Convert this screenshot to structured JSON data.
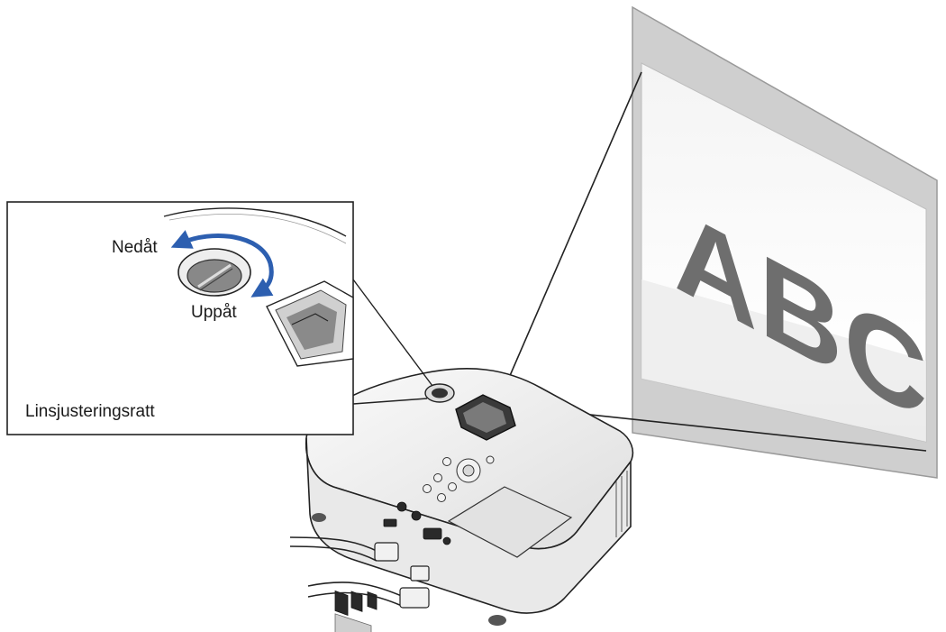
{
  "labels": {
    "down": "Nedåt",
    "up": "Uppåt",
    "knob_name": "Linsjusteringsratt"
  },
  "screen": {
    "text": "ABC"
  },
  "colors": {
    "arrow": "#2d5fb0",
    "screen_frame": "#c8c8c8",
    "screen_text": "#6e6e6e",
    "line": "#222222"
  },
  "icons": {
    "rotation_arrow": "curved-arrow-icon"
  }
}
